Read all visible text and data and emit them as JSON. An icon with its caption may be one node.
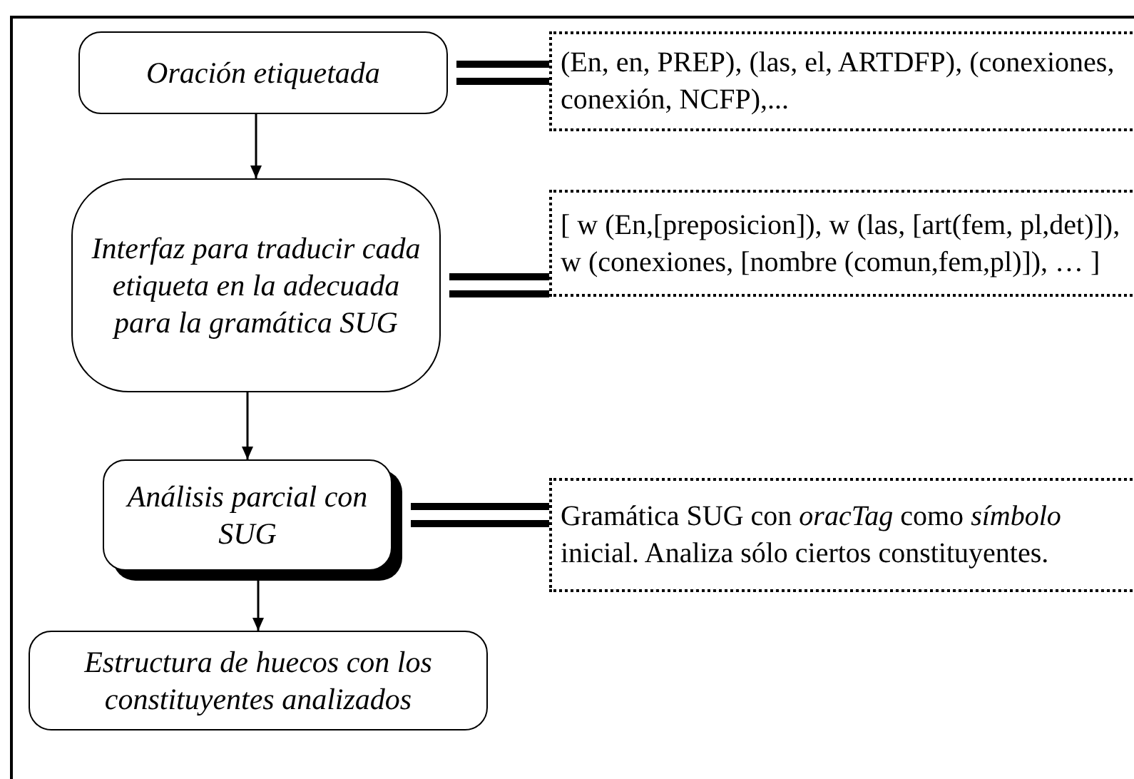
{
  "diagram": {
    "nodes": [
      {
        "text": [
          "Oración etiquetada"
        ]
      },
      {
        "text": [
          "Interfaz para traducir cada etiqueta en la adecuada para la gramática SUG"
        ]
      },
      {
        "text": [
          "Análisis parcial con SUG"
        ]
      },
      {
        "text": [
          "Estructura de huecos con los constituyentes analizados"
        ]
      },
      {
        "text": [
          "(En, en, PREP), (las, el, ARTDFP), (conexiones, conexión, NCFP),..."
        ]
      },
      {
        "text": [
          "[ w (En,[preposicion]), w (las, [art(fem, pl,det)]), w (conexiones, [nombre (comun,fem,pl)]), … ]"
        ]
      },
      {
        "text": [
          "Gramática SUG con *oracTag* como *símbolo* inicial. Analiza sólo ciertos constituyentes."
        ]
      }
    ],
    "edges": [
      {
        "from": 0,
        "to": 1,
        "arrow": "to"
      },
      {
        "from": 1,
        "to": 2,
        "arrow": "to"
      },
      {
        "from": 2,
        "to": 3,
        "arrow": "to"
      },
      {
        "from": 0,
        "to": 4,
        "arrow": "none",
        "style": "thick"
      },
      {
        "from": 1,
        "to": 5,
        "arrow": "none",
        "style": "thick"
      },
      {
        "from": 2,
        "to": 6,
        "arrow": "none",
        "style": "thick"
      }
    ]
  }
}
